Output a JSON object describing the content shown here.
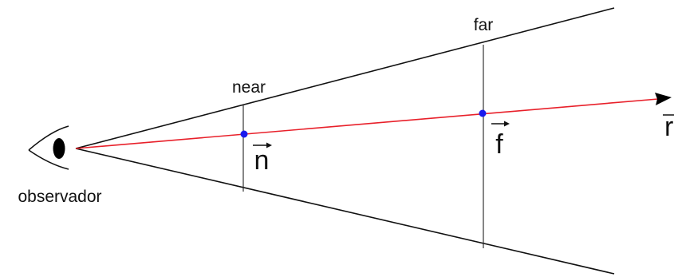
{
  "labels": {
    "observer": "observador",
    "near": "near",
    "far": "far",
    "vector_near": "n",
    "vector_far": "f",
    "vector_ray": "r"
  },
  "colors": {
    "ray": "#e8202a",
    "points": "#1a1aee",
    "lines": "#111111"
  },
  "icons": [
    "eye-icon",
    "arrowhead-icon"
  ]
}
